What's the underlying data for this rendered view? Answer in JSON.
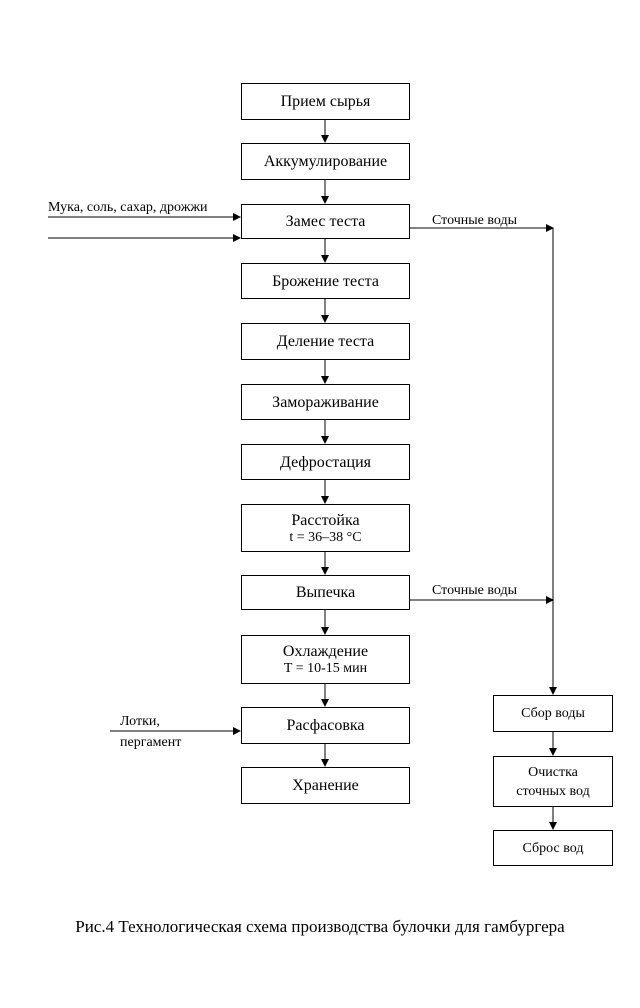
{
  "main_steps": [
    {
      "label": "Прием сырья"
    },
    {
      "label": "Аккумулирование"
    },
    {
      "label": "Замес теста"
    },
    {
      "label": "Брожение теста"
    },
    {
      "label": "Деление теста"
    },
    {
      "label": "Замораживание"
    },
    {
      "label": "Дефростация"
    },
    {
      "label": "Расстойка",
      "sub": "t = 36–38 °C"
    },
    {
      "label": "Выпечка"
    },
    {
      "label": "Охлаждение",
      "sub": "T = 10-15 мин"
    },
    {
      "label": "Расфасовка"
    },
    {
      "label": "Хранение"
    }
  ],
  "water_steps": [
    {
      "label": "Сбор воды"
    },
    {
      "label": "Очистка\nсточных вод"
    },
    {
      "label": "Сброс вод"
    }
  ],
  "inputs": {
    "ingredients": "Мука, соль, сахар, дрожжи",
    "trays_line1": "Лотки,",
    "trays_line2": "пергамент"
  },
  "outputs": {
    "wastewater_1": "Сточные воды",
    "wastewater_2": "Сточные воды"
  },
  "caption": "Рис.4 Технологическая схема производства булочки для гамбургера"
}
